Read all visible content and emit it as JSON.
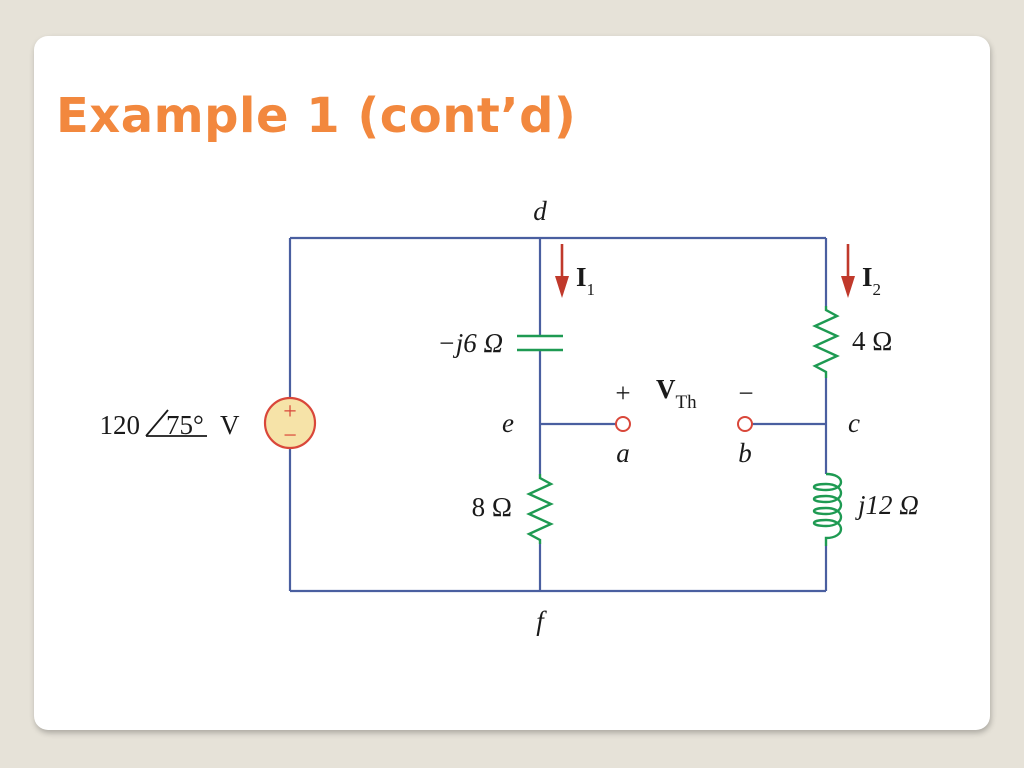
{
  "slide": {
    "title": "Example 1 (cont’d)"
  },
  "circuit": {
    "nodes": {
      "d": "d",
      "e": "e",
      "f": "f",
      "c": "c",
      "a": "a",
      "b": "b"
    },
    "source": {
      "magnitude": "120",
      "angle": "75°",
      "unit": "V",
      "plus": "+",
      "minus": "−"
    },
    "capacitor": {
      "value": "−j6 Ω"
    },
    "resistor_8": {
      "value": "8 Ω"
    },
    "resistor_4": {
      "value": "4 Ω"
    },
    "inductor": {
      "value": "j12 Ω"
    },
    "current_1": {
      "symbol": "I",
      "subscript": "1"
    },
    "current_2": {
      "symbol": "I",
      "subscript": "2"
    },
    "vth": {
      "symbol": "V",
      "subscript": "Th",
      "plus": "+",
      "minus": "−"
    },
    "colors": {
      "wire": "#4a5fa0",
      "component": "#1e9a52",
      "arrow": "#c0392b",
      "source_fill": "#f6e3a8",
      "source_stroke": "#d9473a"
    }
  }
}
